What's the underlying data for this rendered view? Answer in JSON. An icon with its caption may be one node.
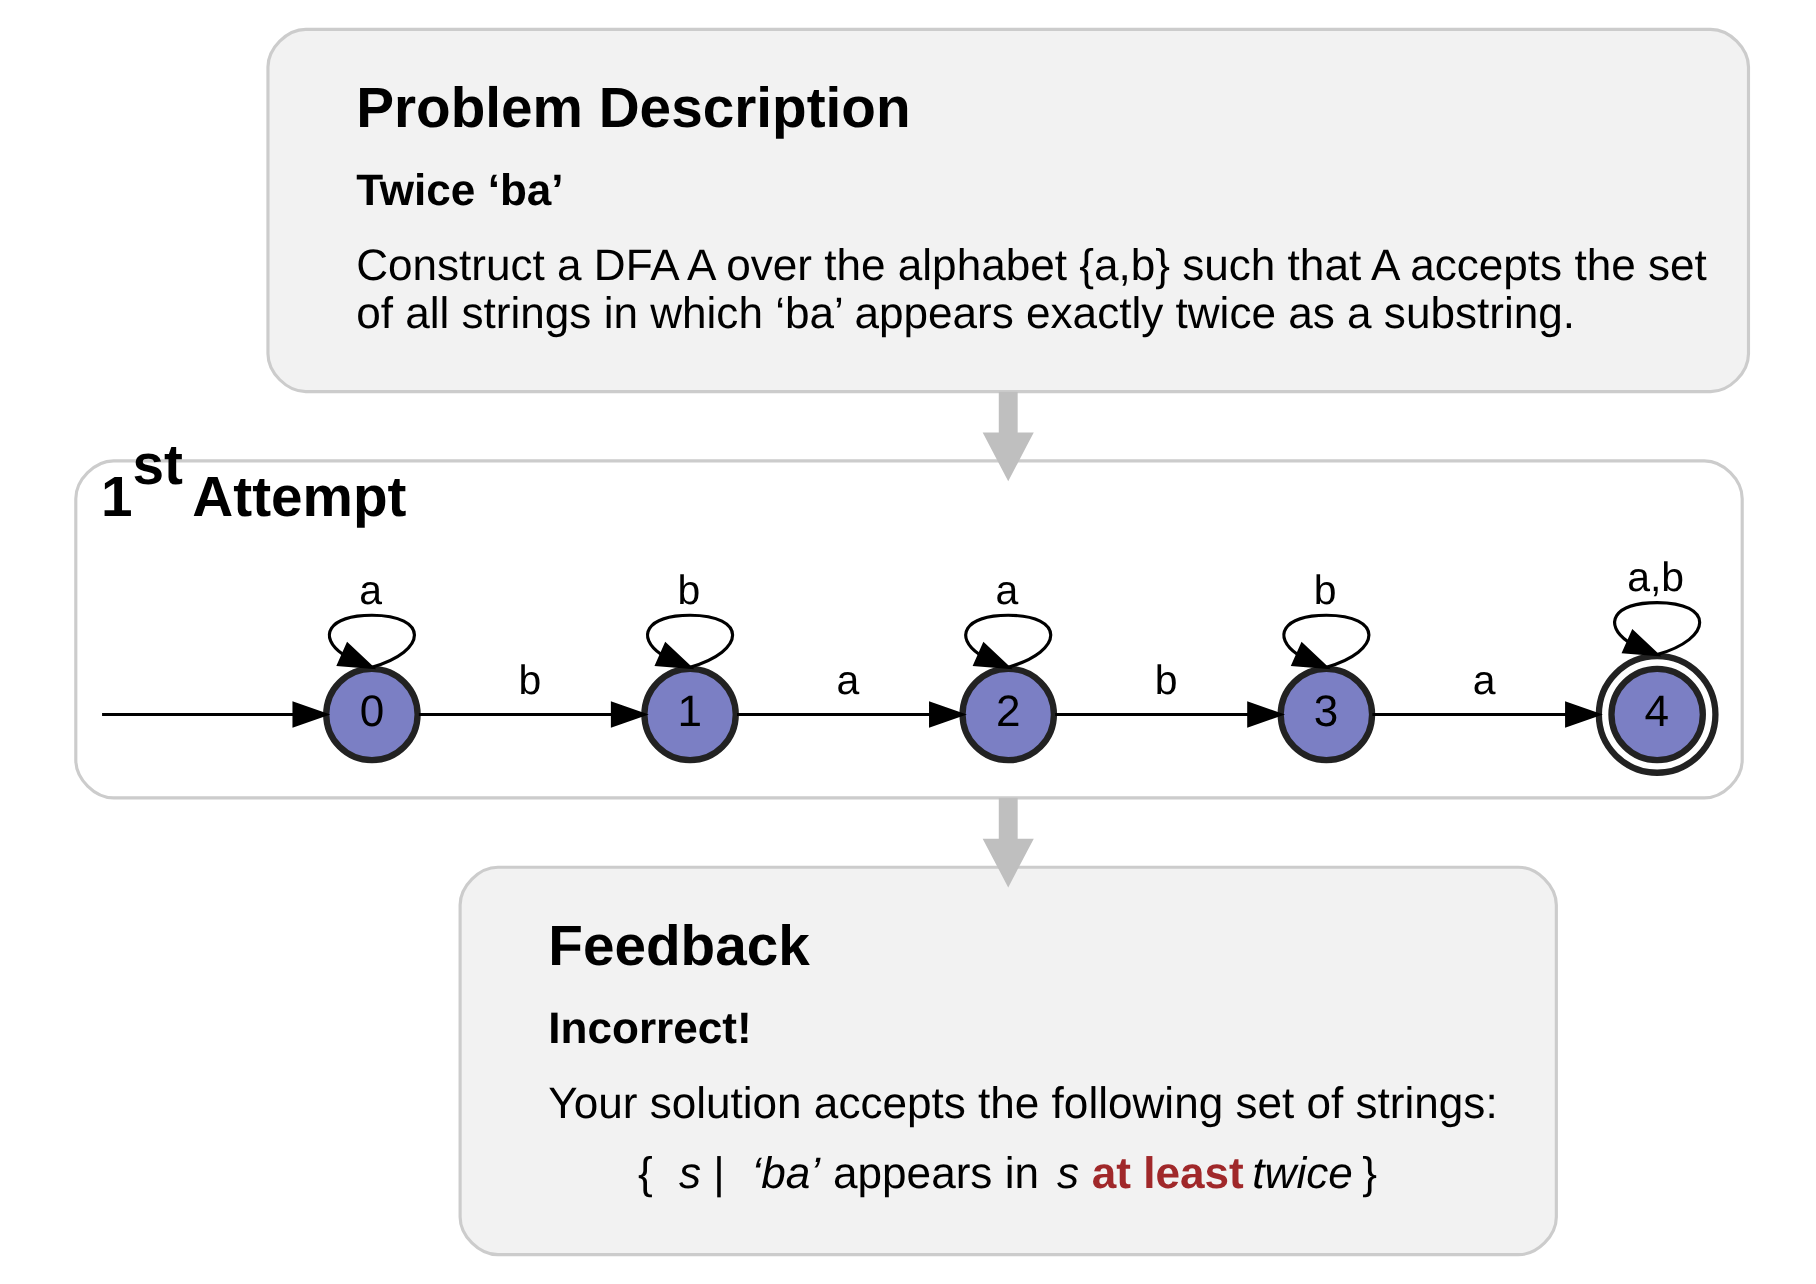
{
  "diagram": {
    "nodes": [
      {
        "text": [
          "Problem Description",
          "Twice ‘ba’",
          "Construct a DFA A over the alphabet {a,b} such that A accepts the set of all strings in which ‘ba’ appears exactly twice as a substring."
        ]
      },
      {
        "text": [
          "1$^{st}$ Attempt"
        ]
      },
      {
        "text": [
          "0"
        ],
        "in": 1
      },
      {
        "text": [
          "1"
        ],
        "in": 1
      },
      {
        "text": [
          "2"
        ],
        "in": 1
      },
      {
        "text": [
          "3"
        ],
        "in": 1
      },
      {
        "text": [
          "4"
        ],
        "in": 1
      },
      {
        "text": [
          "Feedback",
          "Incorrect!",
          "Your solution accepts the following set of strings:",
          "{ *s* | *‘ba’* appears in *s* **at least** *twice* }"
        ]
      }
    ],
    "edges": [
      {
        "from": 0,
        "to": 1,
        "arrow": "to",
        "style": "thick",
        "color": "#bfbfbf"
      },
      {
        "from": null,
        "to": 2,
        "arrow": "to"
      },
      {
        "from": 2,
        "to": 2,
        "arrow": "to",
        "label": "a"
      },
      {
        "from": 2,
        "to": 3,
        "arrow": "to",
        "label": "b"
      },
      {
        "from": 3,
        "to": 3,
        "arrow": "to",
        "label": "b"
      },
      {
        "from": 3,
        "to": 4,
        "arrow": "to",
        "label": "a"
      },
      {
        "from": 4,
        "to": 4,
        "arrow": "to",
        "label": "a"
      },
      {
        "from": 4,
        "to": 5,
        "arrow": "to",
        "label": "b"
      },
      {
        "from": 5,
        "to": 5,
        "arrow": "to",
        "label": "b"
      },
      {
        "from": 5,
        "to": 6,
        "arrow": "to",
        "label": "a"
      },
      {
        "from": 6,
        "to": 6,
        "arrow": "to",
        "label": "a,b"
      },
      {
        "from": 1,
        "to": 7,
        "arrow": "to",
        "style": "thick",
        "color": "#bfbfbf"
      }
    ]
  }
}
